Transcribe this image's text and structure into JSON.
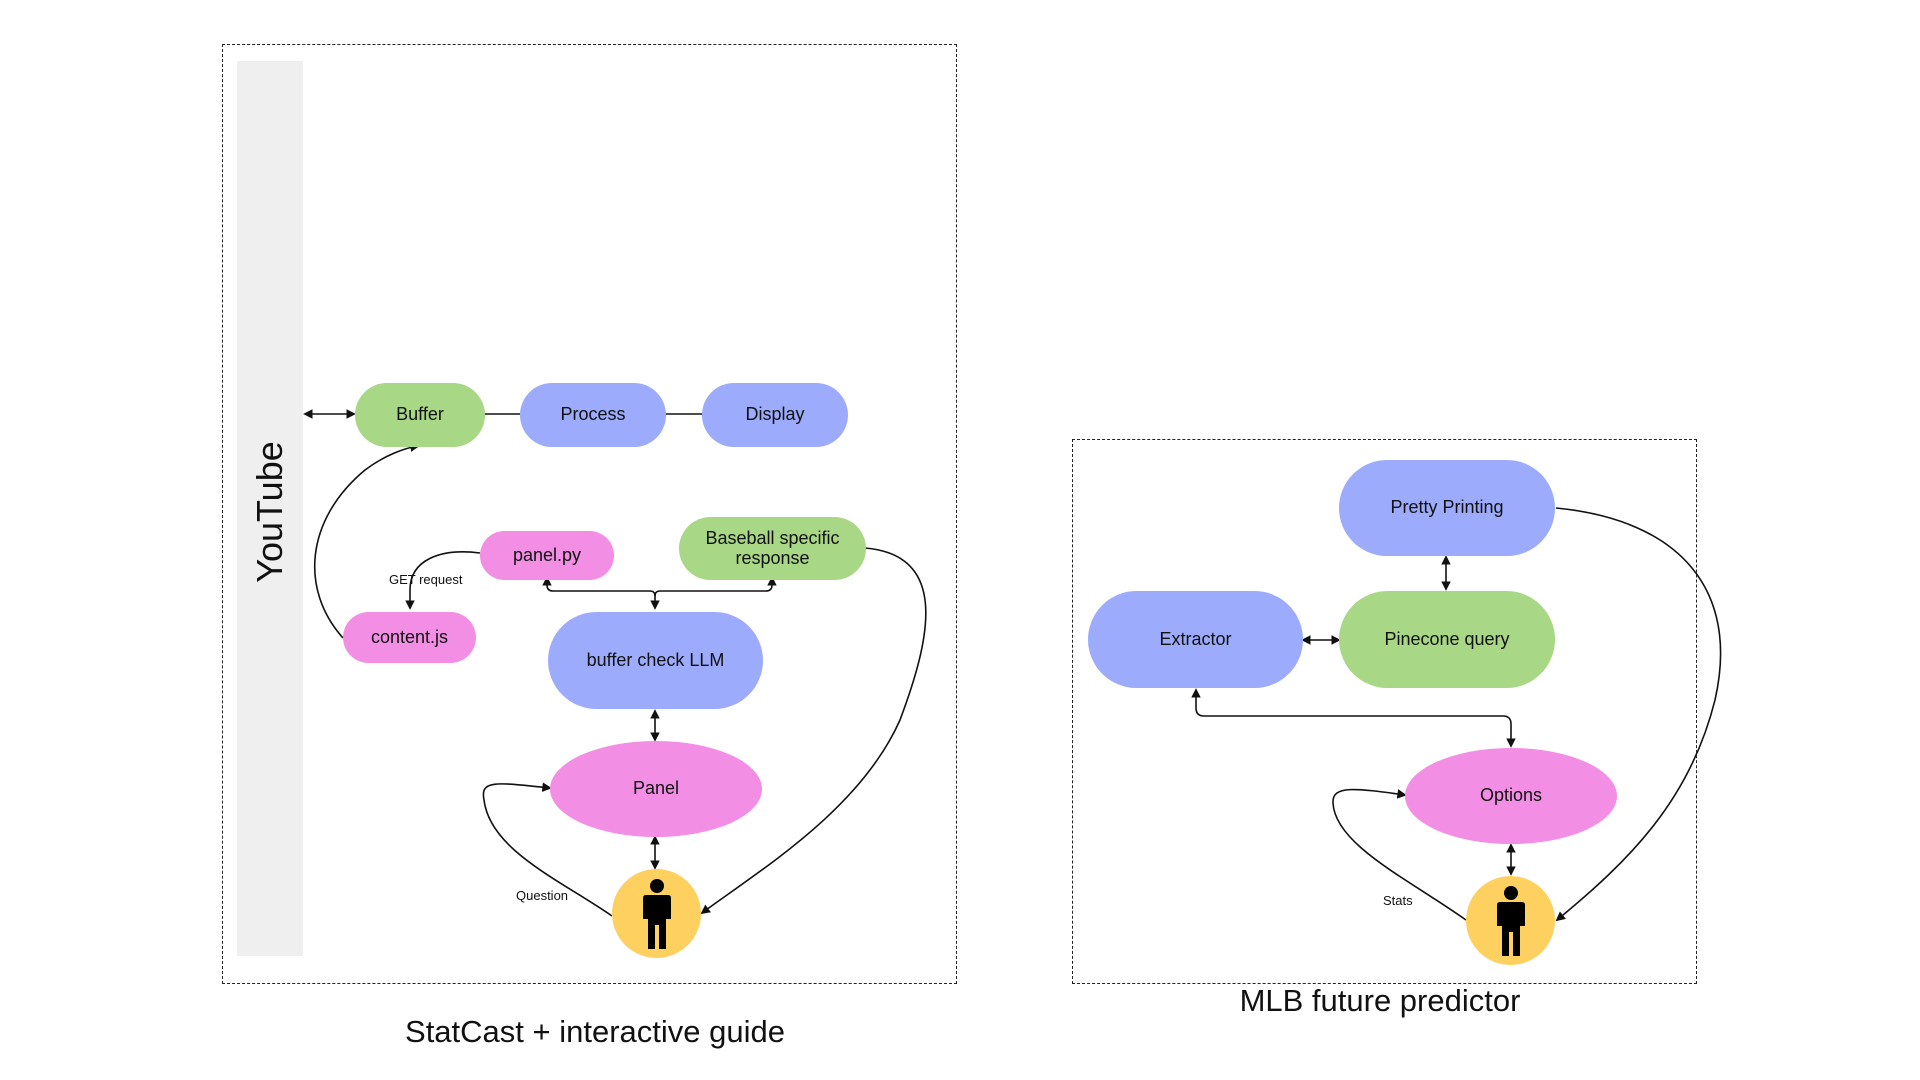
{
  "left_panel": {
    "caption": "StatCast + interactive guide",
    "sidebar_label": "YouTube",
    "nodes": {
      "buffer": "Buffer",
      "process": "Process",
      "display": "Display",
      "panel_py": "panel.py",
      "baseball_response": "Baseball specific response",
      "content_js": "content.js",
      "buffer_check_llm": "buffer check LLM",
      "panel": "Panel"
    },
    "edge_labels": {
      "get_request": "GET request",
      "question": "Question"
    }
  },
  "right_panel": {
    "caption": "MLB future predictor",
    "nodes": {
      "pretty_printing": "Pretty Printing",
      "extractor": "Extractor",
      "pinecone_query": "Pinecone query",
      "options": "Options"
    },
    "edge_labels": {
      "stats": "Stats"
    }
  },
  "colors": {
    "green": "#a8d786",
    "blue": "#9cabfc",
    "pink": "#f28ee4",
    "user_circle": "#fdd05f",
    "youtube_bar": "#efefef"
  },
  "icons": [
    "person-icon"
  ]
}
